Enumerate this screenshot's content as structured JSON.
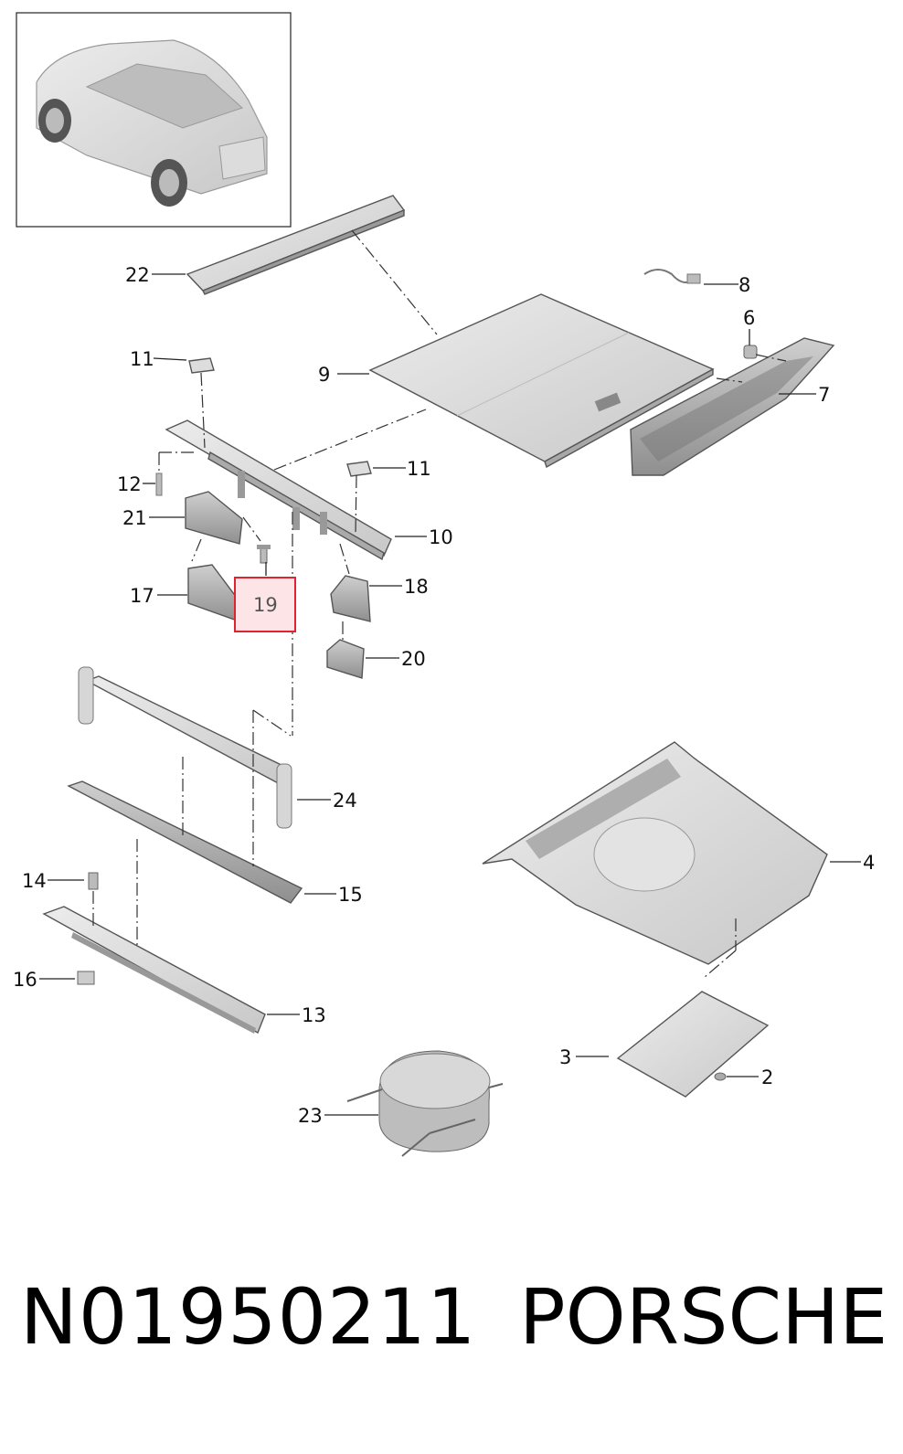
{
  "diagram": {
    "callouts": [
      {
        "id": "2",
        "label": "2"
      },
      {
        "id": "3",
        "label": "3"
      },
      {
        "id": "4",
        "label": "4"
      },
      {
        "id": "6",
        "label": "6"
      },
      {
        "id": "7",
        "label": "7"
      },
      {
        "id": "8",
        "label": "8"
      },
      {
        "id": "9",
        "label": "9"
      },
      {
        "id": "10",
        "label": "10"
      },
      {
        "id": "11a",
        "label": "11"
      },
      {
        "id": "11b",
        "label": "11"
      },
      {
        "id": "12",
        "label": "12"
      },
      {
        "id": "13",
        "label": "13"
      },
      {
        "id": "14",
        "label": "14"
      },
      {
        "id": "15",
        "label": "15"
      },
      {
        "id": "16",
        "label": "16"
      },
      {
        "id": "17",
        "label": "17"
      },
      {
        "id": "18",
        "label": "18"
      },
      {
        "id": "19",
        "label": "19"
      },
      {
        "id": "20",
        "label": "20"
      },
      {
        "id": "21",
        "label": "21"
      },
      {
        "id": "22",
        "label": "22"
      },
      {
        "id": "23",
        "label": "23"
      },
      {
        "id": "24",
        "label": "24"
      }
    ],
    "highlighted_callout": "19",
    "colors": {
      "highlight_border": "#e0242f",
      "highlight_fill": "#fde4e6",
      "part_fill": "#d9d9d9",
      "part_dark": "#a9a9a9"
    }
  },
  "footer": {
    "part_number": "N01950211",
    "brand": "PORSCHE"
  }
}
